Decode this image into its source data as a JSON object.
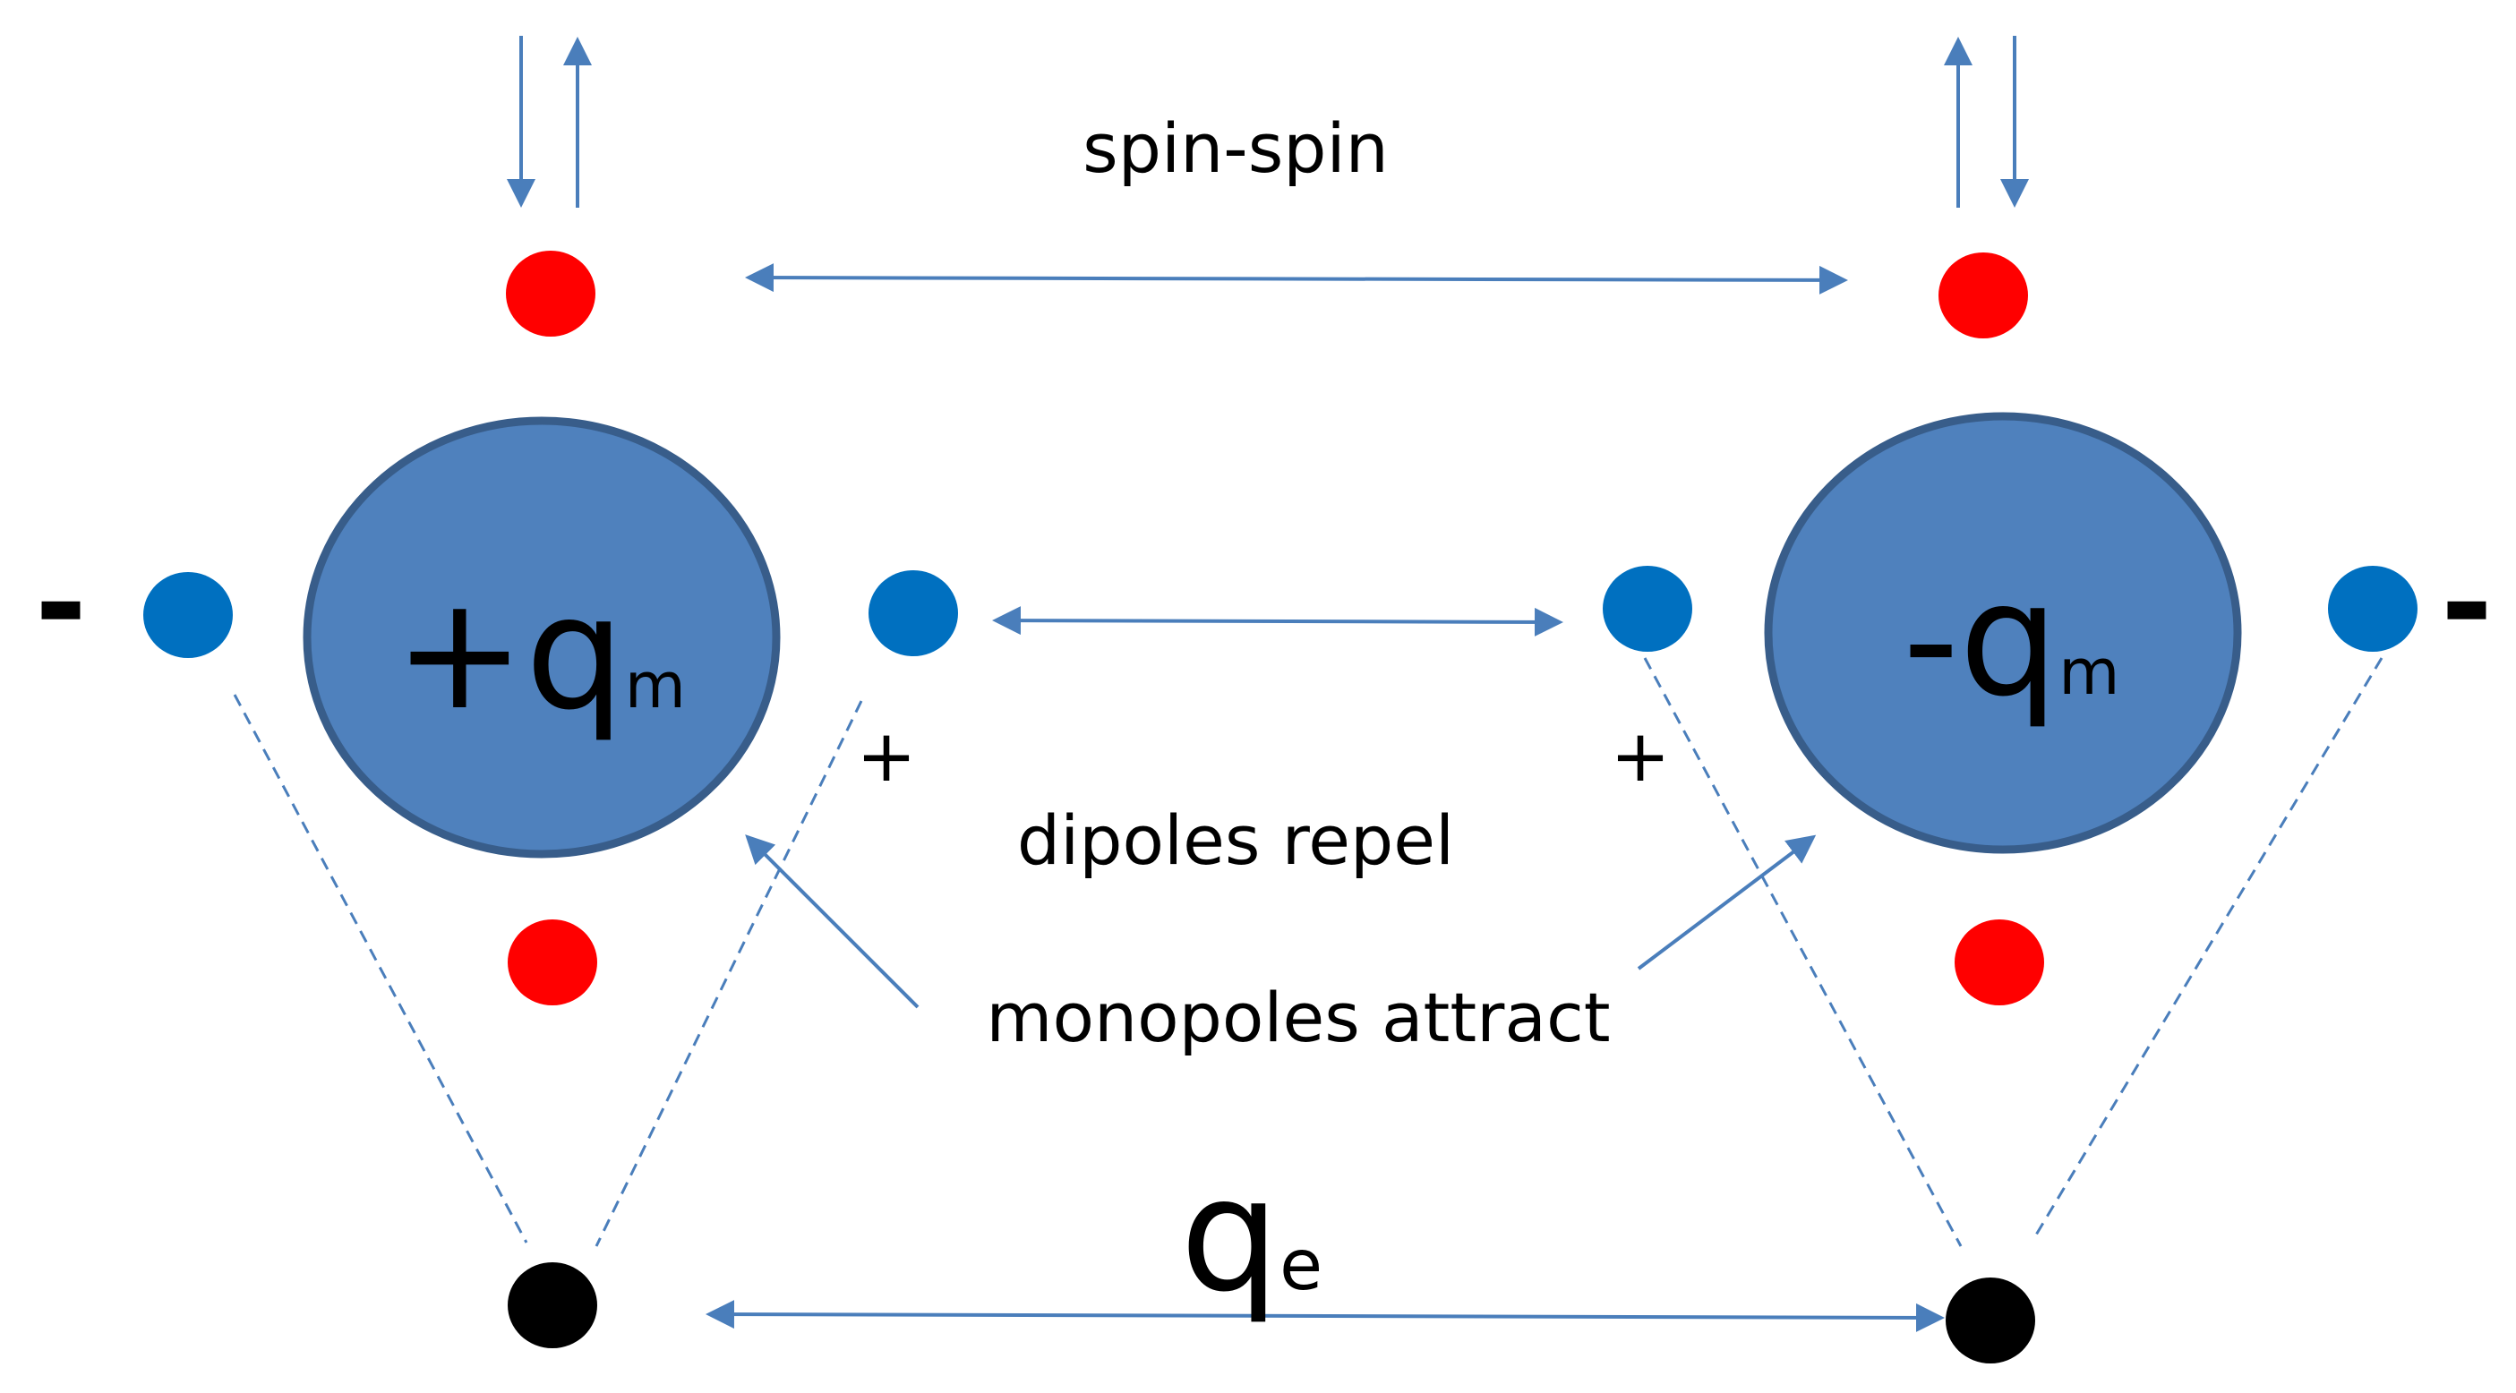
{
  "labels": {
    "spin_spin": "spin-spin",
    "dipoles_repel": "dipoles repel",
    "monopoles_attract": "monopoles attract",
    "left_charge_main": "+q",
    "left_charge_sub": "m",
    "right_charge_main": "-q",
    "right_charge_sub": "m",
    "electric_charge_main": "q",
    "electric_charge_sub": "e",
    "sign_left_outer": "-",
    "sign_right_outer": "-",
    "sign_left_inner": "+",
    "sign_right_inner": "+"
  },
  "colors": {
    "arrow": "#4a7ebb",
    "monopole_fill": "#4f81bd",
    "monopole_stroke": "#385d8a",
    "red_dot": "#ff0000",
    "blue_dot": "#0070c0",
    "black_dot": "#000000",
    "text": "#000000"
  }
}
